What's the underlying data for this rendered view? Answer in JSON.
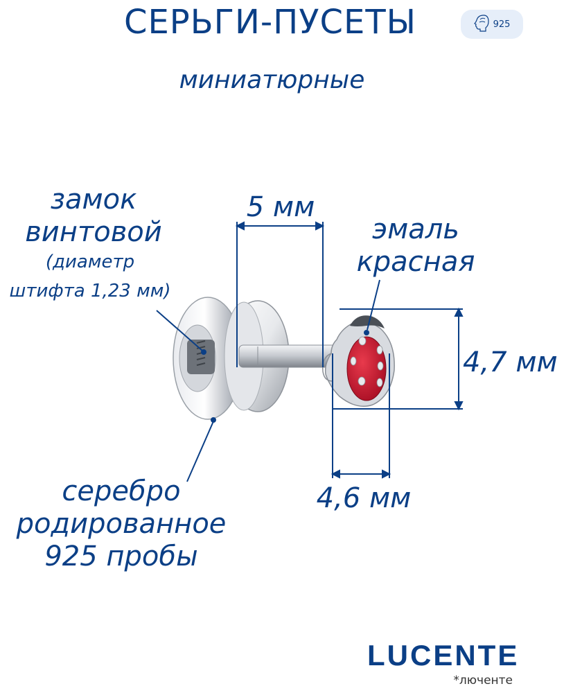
{
  "header": {
    "title": "СЕРЬГИ-ПУСЕТЫ",
    "subtitle": "миниатюрные",
    "badge_text": "925"
  },
  "labels": {
    "lock_line1": "замок",
    "lock_line2": "винтовой",
    "diameter_line1": "(диаметр",
    "diameter_line2": "штифта 1,23 мм)",
    "enamel_line1": "эмаль",
    "enamel_line2": "красная",
    "silver_line1": "серебро",
    "silver_line2": "родированное",
    "silver_line3": "925 пробы"
  },
  "dimensions": {
    "length": "5 мм",
    "height": "4,7 мм",
    "width": "4,6 мм"
  },
  "brand": {
    "logo": "LUCENTE",
    "transliteration": "*люченте"
  },
  "colors": {
    "text": "#0b3f86",
    "enamel": "#c8102e",
    "silver": "#c9cdd3",
    "badge_bg": "#e6eef9"
  }
}
